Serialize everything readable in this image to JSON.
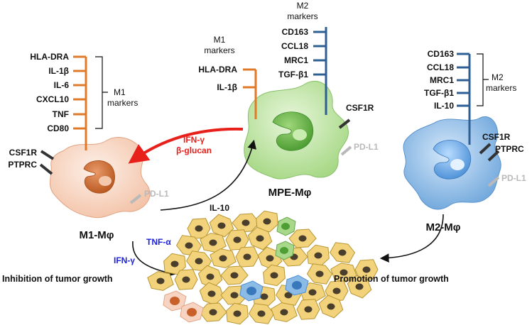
{
  "colors": {
    "m1_receptor": "#e07a28",
    "m2_receptor": "#2d5f94",
    "ifn_arrow": "#e8201c",
    "cytokine_blue": "#1f23d8",
    "pd_l1_gray": "#b9b9b9",
    "m1_cell": "#f7d4c2",
    "mpe_cell": "#bfe3a3",
    "m2_cell": "#8cbbe6",
    "tumor_cell": "#f2d27a"
  },
  "m1_cell": {
    "name": "M1-Mφ",
    "markers": [
      "HLA-DRA",
      "IL-1β",
      "IL-6",
      "CXCL10",
      "TNF",
      "CD80"
    ],
    "markers_title_line1": "M1",
    "markers_title_line2": "markers",
    "receptor_csf1r": "CSF1R",
    "receptor_ptprc": "PTPRC",
    "pd_l1": "PD-L1"
  },
  "mpe_cell": {
    "name": "MPE-Mφ",
    "m1_markers": [
      "HLA-DRA",
      "IL-1β"
    ],
    "m1_title_line1": "M1",
    "m1_title_line2": "markers",
    "m2_markers": [
      "CD163",
      "CCL18",
      "MRC1",
      "TGF-β1"
    ],
    "m2_title_line1": "M2",
    "m2_title_line2": "markers",
    "receptor_csf1r": "CSF1R",
    "pd_l1": "PD-L1"
  },
  "m2_cell": {
    "name": "M2-Mφ",
    "markers": [
      "CD163",
      "CCL18",
      "MRC1",
      "TGF-β1",
      "IL-10"
    ],
    "markers_title_line1": "M2",
    "markers_title_line2": "markers",
    "receptor_csf1r": "CSF1R",
    "receptor_ptprc": "PTPRC",
    "pd_l1": "PD-L1"
  },
  "arrows": {
    "mpe_to_m1_line1": "IFN-γ",
    "mpe_to_m1_line2": "β-glucan",
    "m1_to_mpe": "IL-10",
    "m1_to_tumor_1": "TNF-α",
    "m1_to_tumor_2": "IFN-γ"
  },
  "captions": {
    "left": "Inhibition of tumor growth",
    "right": "Promotion of tumor growth"
  }
}
